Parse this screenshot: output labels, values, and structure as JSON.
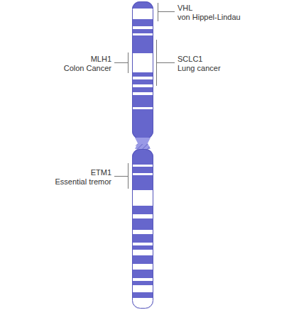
{
  "diagram": {
    "labels": [
      "VHL",
      "von Hippel-Lindau",
      "MLH1",
      "Colon Cancer",
      "SCLC1",
      "Lung cancer",
      "ETM1",
      "Essential tremor"
    ]
  }
}
